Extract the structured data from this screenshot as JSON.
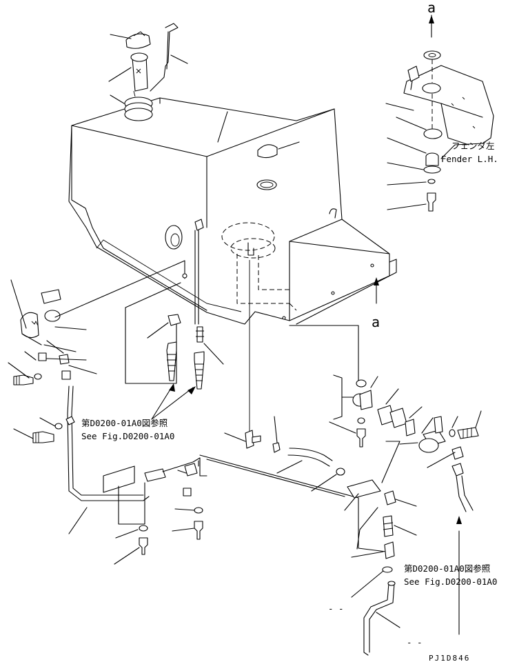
{
  "view_marker": "a",
  "fender": {
    "label_jp": "フェンダ左",
    "label_en": "Fender L.H."
  },
  "references": {
    "left": {
      "label_jp": "第D0200-01A0図参照",
      "label_en": "See Fig.D0200-01A0"
    },
    "right": {
      "label_jp": "第D0200-01A0図参照",
      "label_en": "See Fig.D0200-01A0"
    }
  },
  "dimension_marks": [
    "- -",
    "- -"
  ],
  "drawing_code": "PJ1D846"
}
